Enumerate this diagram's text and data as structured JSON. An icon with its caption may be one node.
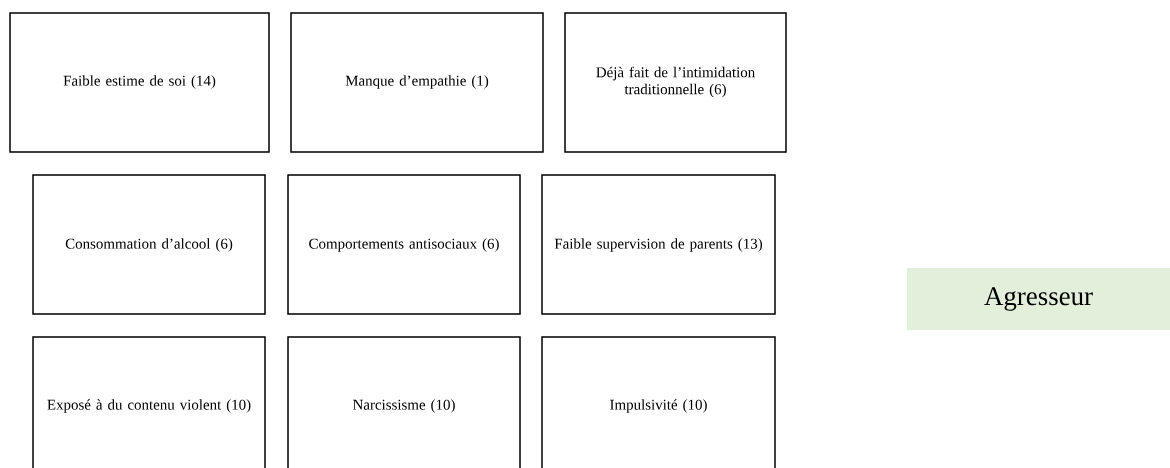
{
  "diagram": {
    "nodes": [
      {
        "text": [
          "Faible estime de soi (14)"
        ]
      },
      {
        "text": [
          "Manque d’empathie (1)"
        ]
      },
      {
        "text": [
          "Déjà fait de l’intimidation traditionnelle (6)"
        ]
      },
      {
        "text": [
          "Consommation d’alcool (6)"
        ]
      },
      {
        "text": [
          "Comportements antisociaux (6)"
        ]
      },
      {
        "text": [
          "Faible supervision de parents (13)"
        ]
      },
      {
        "text": [
          "Exposé à du contenu violent (10)"
        ]
      },
      {
        "text": [
          "Narcissisme (10)"
        ]
      },
      {
        "text": [
          "Impulsivité (10)"
        ]
      },
      {
        "text": [
          "Agresseur"
        ]
      }
    ]
  }
}
